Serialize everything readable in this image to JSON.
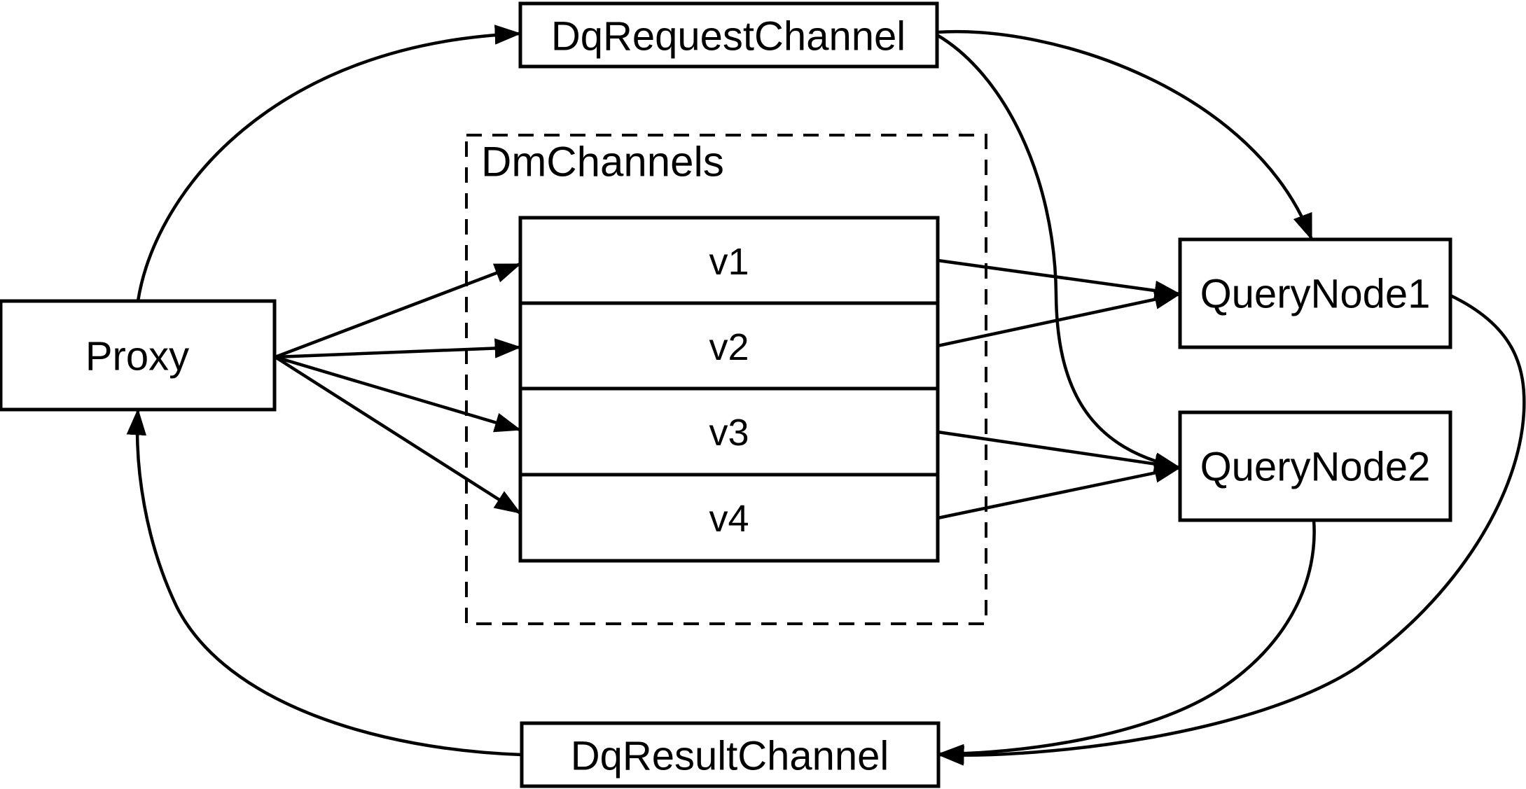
{
  "diagram": {
    "background_color": "#ffffff",
    "line_color": "#000000",
    "node_fill_color": "#ffffff",
    "nodes": {
      "proxy": {
        "label": "Proxy"
      },
      "dq_request_channel": {
        "label": "DqRequestChannel"
      },
      "dm_channels": {
        "label": "DmChannels",
        "channels": [
          {
            "label": "v1"
          },
          {
            "label": "v2"
          },
          {
            "label": "v3"
          },
          {
            "label": "v4"
          }
        ]
      },
      "query_node_1": {
        "label": "QueryNode1"
      },
      "query_node_2": {
        "label": "QueryNode2"
      },
      "dq_result_channel": {
        "label": "DqResultChannel"
      }
    },
    "edges": [
      {
        "from": "Proxy",
        "to": "DqRequestChannel"
      },
      {
        "from": "DqRequestChannel",
        "to": "QueryNode1"
      },
      {
        "from": "DqRequestChannel",
        "to": "QueryNode2"
      },
      {
        "from": "Proxy",
        "to": "v1"
      },
      {
        "from": "Proxy",
        "to": "v2"
      },
      {
        "from": "Proxy",
        "to": "v3"
      },
      {
        "from": "Proxy",
        "to": "v4"
      },
      {
        "from": "v1",
        "to": "QueryNode1"
      },
      {
        "from": "v2",
        "to": "QueryNode1"
      },
      {
        "from": "v3",
        "to": "QueryNode2"
      },
      {
        "from": "v4",
        "to": "QueryNode2"
      },
      {
        "from": "QueryNode1",
        "to": "DqResultChannel"
      },
      {
        "from": "QueryNode2",
        "to": "DqResultChannel"
      },
      {
        "from": "DqResultChannel",
        "to": "Proxy"
      }
    ]
  }
}
